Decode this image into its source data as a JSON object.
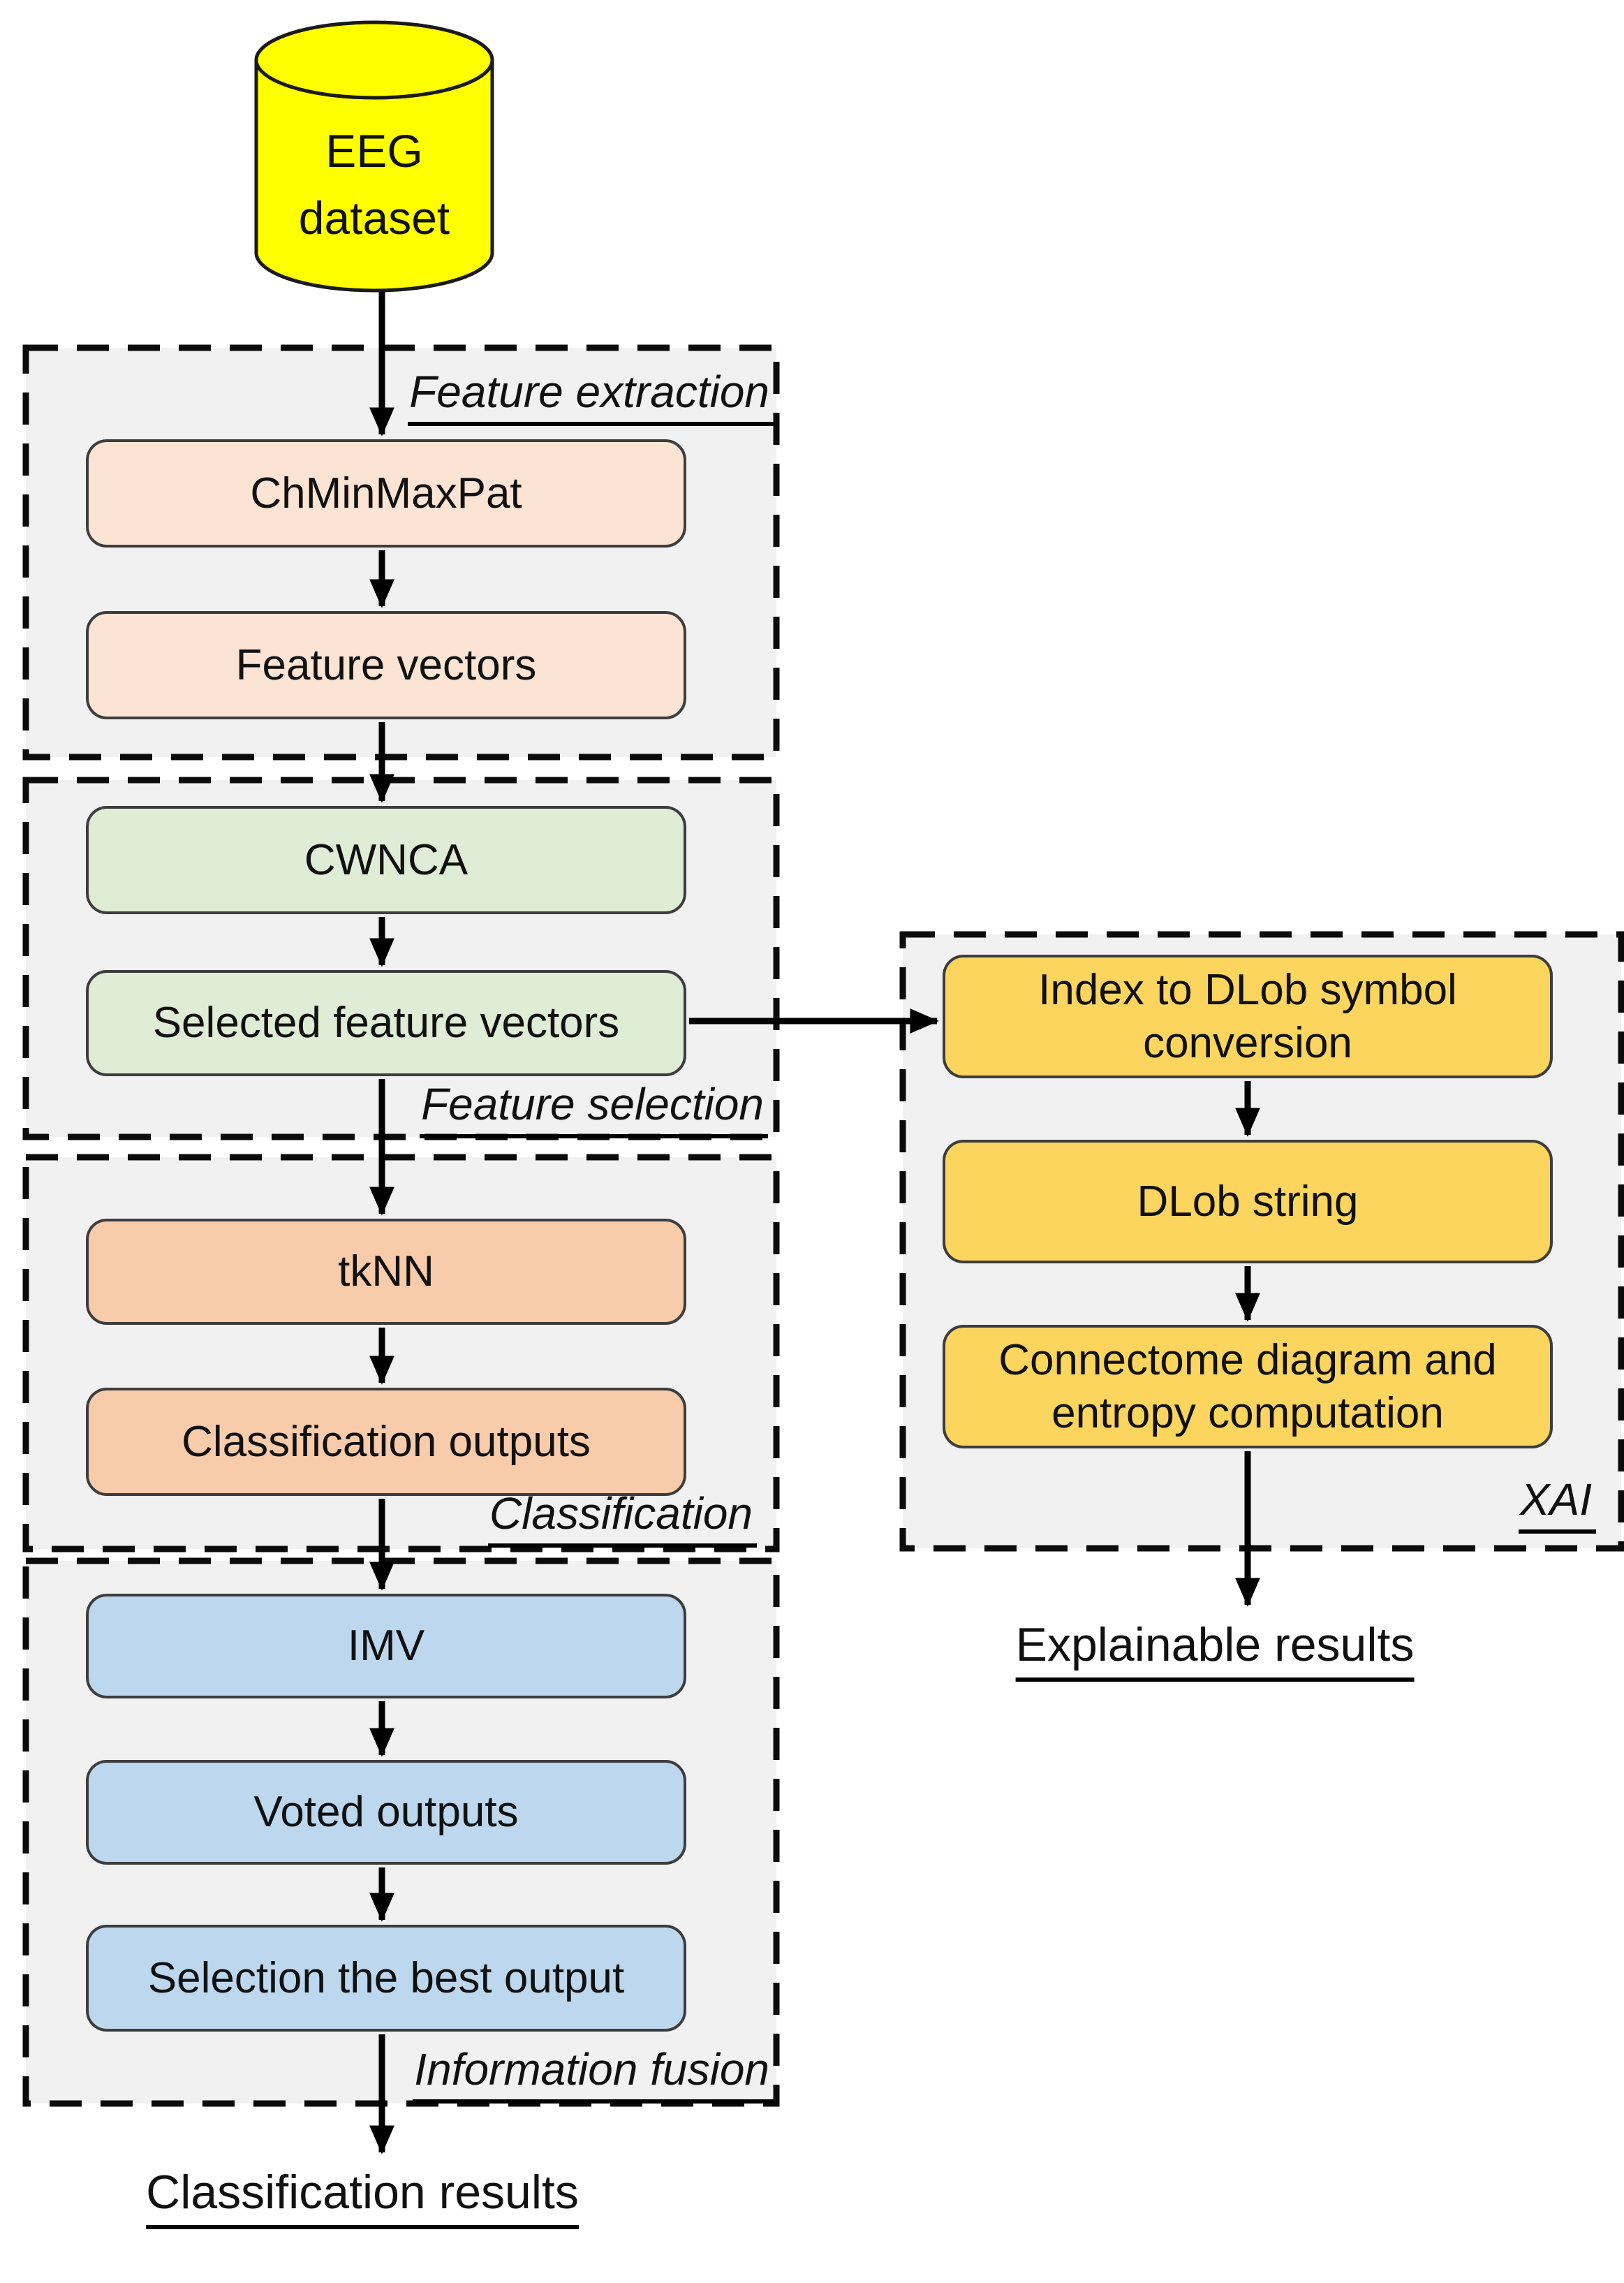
{
  "cylinder": {
    "lines": [
      "EEG",
      "dataset"
    ]
  },
  "sections": [
    {
      "label": "Feature extraction",
      "boxes": [
        {
          "lines": [
            "ChMinMaxPat"
          ]
        },
        {
          "lines": [
            "Feature vectors"
          ]
        }
      ]
    },
    {
      "label": "Feature selection",
      "boxes": [
        {
          "lines": [
            "CWNCA"
          ]
        },
        {
          "lines": [
            "Selected feature vectors"
          ]
        }
      ]
    },
    {
      "label": "Classification",
      "boxes": [
        {
          "lines": [
            "tkNN"
          ]
        },
        {
          "lines": [
            "Classification outputs"
          ]
        }
      ]
    },
    {
      "label": "Information fusion",
      "boxes": [
        {
          "lines": [
            "IMV"
          ]
        },
        {
          "lines": [
            "Voted outputs"
          ]
        },
        {
          "lines": [
            "Selection the best output"
          ]
        }
      ]
    },
    {
      "label": "XAI",
      "boxes": [
        {
          "lines": [
            "Index to DLob symbol",
            "conversion"
          ]
        },
        {
          "lines": [
            "DLob string"
          ]
        },
        {
          "lines": [
            "Connectome diagram and",
            "entropy computation"
          ]
        }
      ]
    }
  ],
  "results": {
    "classification": "Classification results",
    "explainable": "Explainable results"
  },
  "colors": {
    "cylinder_fill": "#ffff00",
    "feature_extraction_box": "#fbe4d4",
    "feature_selection_box": "#e0edd6",
    "classification_box": "#f8cbab",
    "information_fusion_box": "#bdd7ee",
    "xai_box": "#fbd55e",
    "section_background": "#f1f1f1",
    "node_border": "#3d3d3d",
    "line_color": "#000000"
  }
}
